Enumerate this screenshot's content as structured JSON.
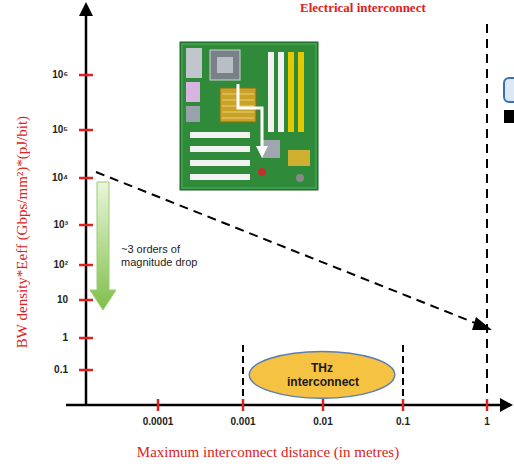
{
  "diagram": {
    "nodes": [
      {
        "text": [
          "THz interconnect"
        ]
      }
    ],
    "labels": [
      "Electrical interconnect",
      "BW density*Eeff (Gbps/mm²)*(pJ/bit)",
      "10⁶",
      "10⁵",
      "10⁴",
      "10³",
      "10²",
      "10",
      "1",
      "0.1",
      "0.0001",
      "0.001",
      "0.01",
      "0.1",
      "1",
      "Maximum interconnect distance (in metres)",
      "~3 orders of magnitude drop"
    ]
  }
}
